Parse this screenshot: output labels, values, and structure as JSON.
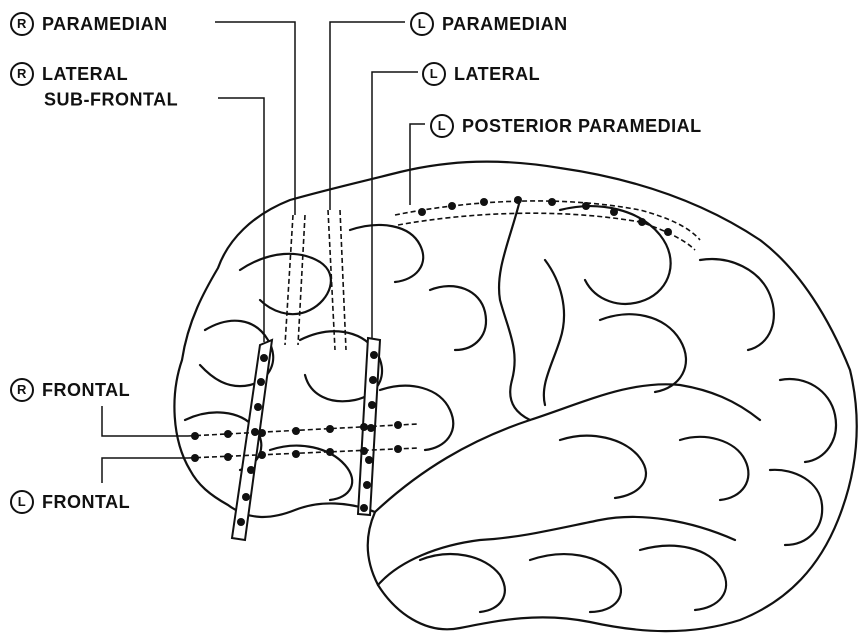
{
  "labels": {
    "r_paramedian": {
      "badge": "R",
      "text": "PARAMEDIAN"
    },
    "l_paramedian": {
      "badge": "L",
      "text": "PARAMEDIAN"
    },
    "r_lateral": {
      "badge": "R",
      "text": "LATERAL"
    },
    "r_subfrontal": {
      "text": "SUB-FRONTAL"
    },
    "l_lateral": {
      "badge": "L",
      "text": "LATERAL"
    },
    "l_posterior_paramedial": {
      "badge": "L",
      "text": "POSTERIOR PARAMEDIAL"
    },
    "r_frontal": {
      "badge": "R",
      "text": "FRONTAL"
    },
    "l_frontal": {
      "badge": "L",
      "text": "FRONTAL"
    }
  }
}
